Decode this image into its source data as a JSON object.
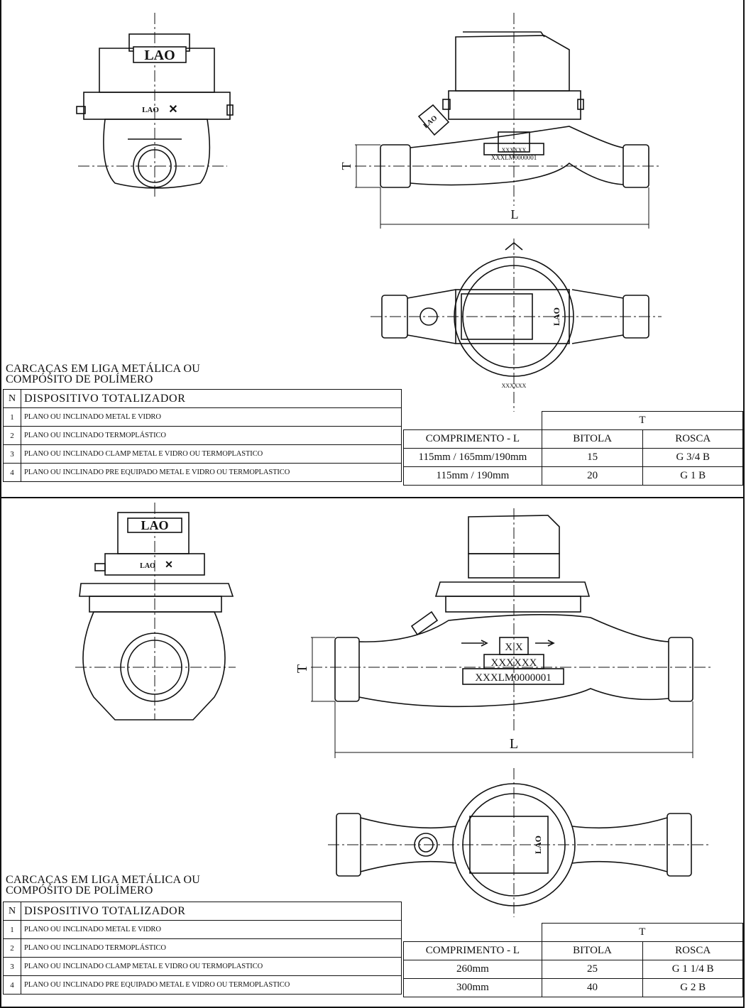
{
  "top": {
    "title_line1": "CARCAÇAS EM LIGA METÁLICA OU",
    "title_line2": "COMPÓSITO DE POLÍMERO",
    "device_table": {
      "header_n": "N",
      "header_label": "DISPOSITIVO TOTALIZADOR",
      "rows": [
        {
          "n": "1",
          "label": "PLANO OU INCLINADO METAL E VIDRO"
        },
        {
          "n": "2",
          "label": "PLANO OU INCLINADO TERMOPLÁSTICO"
        },
        {
          "n": "3",
          "label": "PLANO OU INCLINADO CLAMP METAL E VIDRO OU TERMOPLASTICO"
        },
        {
          "n": "4",
          "label": "PLANO OU INCLINADO PRE EQUIPADO METAL E VIDRO OU TERMOPLASTICO"
        }
      ]
    },
    "dim_table": {
      "group_header": "T",
      "col_length": "COMPRIMENTO - L",
      "col_bitola": "BITOLA",
      "col_rosca": "ROSCA",
      "rows": [
        {
          "length": "115mm / 165mm/190mm",
          "bitola": "15",
          "rosca": "G 3/4 B"
        },
        {
          "length": "115mm / 190mm",
          "bitola": "20",
          "rosca": "G 1 B"
        }
      ]
    },
    "drawing_labels": {
      "dim_t": "T",
      "dim_l": "L",
      "brand": "LAO",
      "brand_front": "LAO",
      "badge_code": "XXXXXX",
      "badge_serial": "XXXLM0000001"
    }
  },
  "bottom": {
    "title_line1": "CARCAÇAS EM LIGA METÁLICA OU",
    "title_line2": "COMPÓSITO DE POLÍMERO",
    "device_table": {
      "header_n": "N",
      "header_label": "DISPOSITIVO TOTALIZADOR",
      "rows": [
        {
          "n": "1",
          "label": "PLANO OU INCLINADO METAL E VIDRO"
        },
        {
          "n": "2",
          "label": "PLANO OU INCLINADO TERMOPLÁSTICO"
        },
        {
          "n": "3",
          "label": "PLANO OU INCLINADO CLAMP METAL E VIDRO OU TERMOPLASTICO"
        },
        {
          "n": "4",
          "label": "PLANO OU INCLINADO PRE EQUIPADO METAL E VIDRO OU TERMOPLASTICO"
        }
      ]
    },
    "dim_table": {
      "group_header": "T",
      "col_length": "COMPRIMENTO - L",
      "col_bitola": "BITOLA",
      "col_rosca": "ROSCA",
      "rows": [
        {
          "length": "260mm",
          "bitola": "25",
          "rosca": "G 1 1/4 B"
        },
        {
          "length": "300mm",
          "bitola": "40",
          "rosca": "G 2 B"
        }
      ]
    },
    "drawing_labels": {
      "dim_t": "T",
      "dim_l": "L",
      "brand": "LAO",
      "brand_front": "LAO",
      "badge_xx": "X X",
      "badge_code": "XXXXXX",
      "badge_serial": "XXXLM0000001"
    }
  }
}
